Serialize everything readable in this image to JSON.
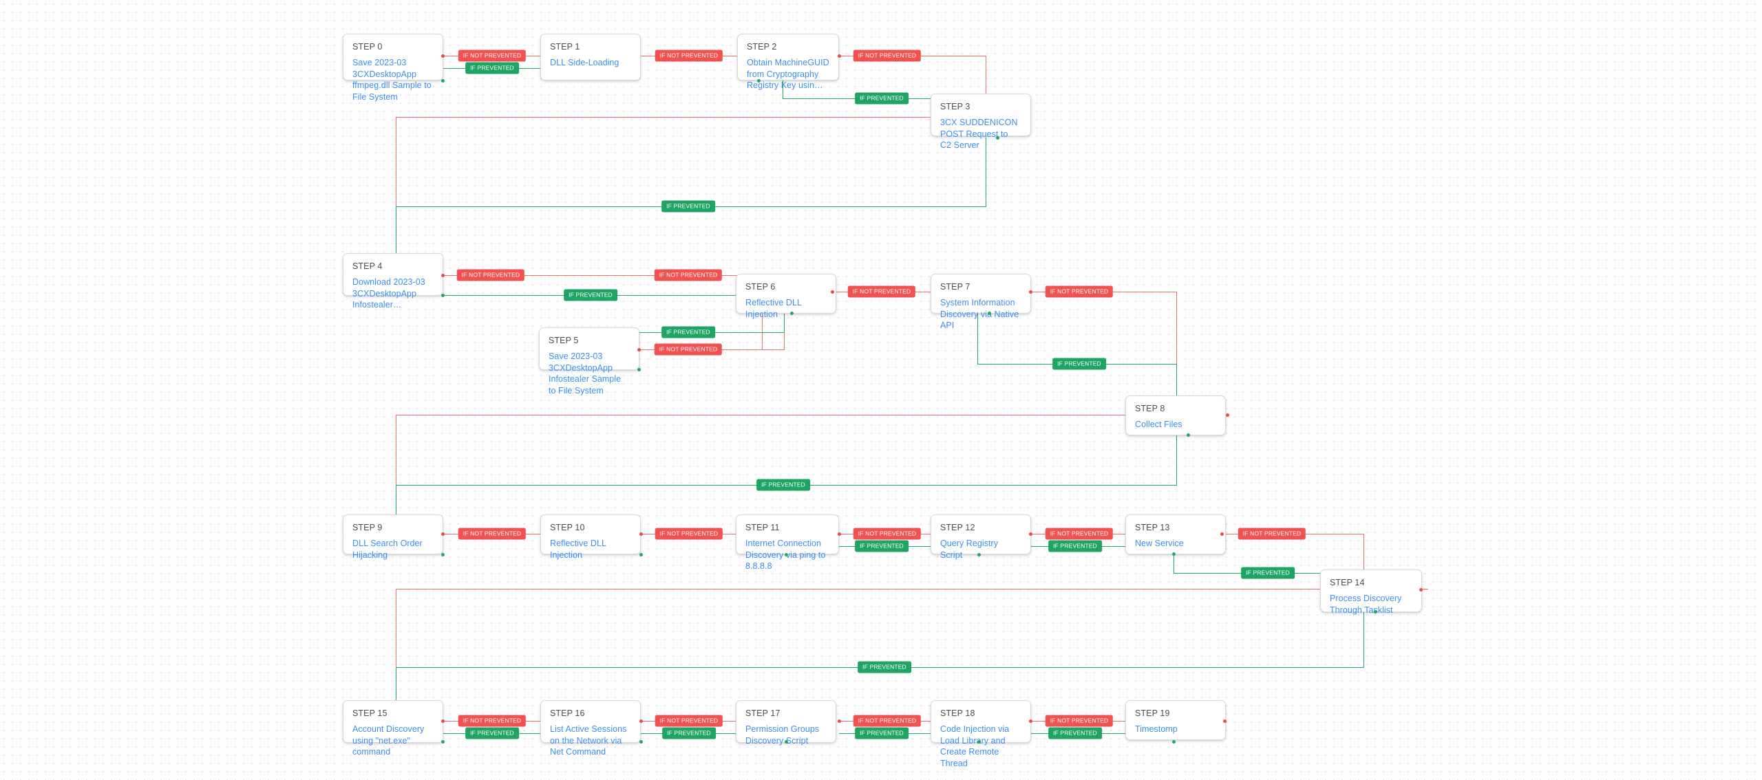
{
  "diagram": {
    "type": "attack-flow-chart",
    "orientation": "left-to-right, serpentine rows",
    "colors": {
      "node_border": "#d8d8dd",
      "node_bg": "#ffffff",
      "step_text": "#4a4a52",
      "title_text": "#3b8ef0",
      "not_prevented": "#f05252",
      "prevented": "#1fa463",
      "canvas_bg": "#fefeff",
      "grid_dot": "#e6e6ec"
    },
    "edge_labels": {
      "not_prevented": "IF NOT PREVENTED",
      "prevented": "IF PREVENTED"
    }
  },
  "nodes": [
    {
      "id": 0,
      "step": "STEP 0",
      "title": "Save 2023-03 3CXDesktopApp ffmpeg.dll Sample to File System"
    },
    {
      "id": 1,
      "step": "STEP 1",
      "title": "DLL Side-Loading"
    },
    {
      "id": 2,
      "step": "STEP 2",
      "title": "Obtain MachineGUID from Cryptography Registry Key usin…"
    },
    {
      "id": 3,
      "step": "STEP 3",
      "title": "3CX SUDDENICON POST Request to C2 Server"
    },
    {
      "id": 4,
      "step": "STEP 4",
      "title": "Download 2023-03 3CXDesktopApp Infostealer…"
    },
    {
      "id": 5,
      "step": "STEP 5",
      "title": "Save 2023-03 3CXDesktopApp Infostealer Sample to File System"
    },
    {
      "id": 6,
      "step": "STEP 6",
      "title": "Reflective DLL Injection"
    },
    {
      "id": 7,
      "step": "STEP 7",
      "title": "System Information Discovery via Native API"
    },
    {
      "id": 8,
      "step": "STEP 8",
      "title": "Collect Files"
    },
    {
      "id": 9,
      "step": "STEP 9",
      "title": "DLL Search Order Hijacking"
    },
    {
      "id": 10,
      "step": "STEP 10",
      "title": "Reflective DLL Injection"
    },
    {
      "id": 11,
      "step": "STEP 11",
      "title": "Internet Connection Discovery via ping to 8.8.8.8"
    },
    {
      "id": 12,
      "step": "STEP 12",
      "title": "Query Registry Script"
    },
    {
      "id": 13,
      "step": "STEP 13",
      "title": "New Service"
    },
    {
      "id": 14,
      "step": "STEP 14",
      "title": "Process Discovery Through Tasklist"
    },
    {
      "id": 15,
      "step": "STEP 15",
      "title": "Account Discovery using \"net.exe\" command"
    },
    {
      "id": 16,
      "step": "STEP 16",
      "title": "List Active Sessions on the Network via Net Command"
    },
    {
      "id": 17,
      "step": "STEP 17",
      "title": "Permission Groups Discovery Script"
    },
    {
      "id": 18,
      "step": "STEP 18",
      "title": "Code Injection via Load Library and Create Remote Thread"
    },
    {
      "id": 19,
      "step": "STEP 19",
      "title": "Timestomp"
    }
  ],
  "labels": [
    {
      "id": "l0r",
      "kind": "not_prevented",
      "text": "IF NOT PREVENTED",
      "from": "STEP 0",
      "to": "STEP 1"
    },
    {
      "id": "l0g",
      "kind": "prevented",
      "text": "IF PREVENTED",
      "from": "STEP 0",
      "to": "STEP 1"
    },
    {
      "id": "l1r",
      "kind": "not_prevented",
      "text": "IF NOT PREVENTED",
      "from": "STEP 1",
      "to": "STEP 2"
    },
    {
      "id": "l2r",
      "kind": "not_prevented",
      "text": "IF NOT PREVENTED",
      "from": "STEP 2",
      "to": "STEP 3"
    },
    {
      "id": "l2g",
      "kind": "prevented",
      "text": "IF PREVENTED",
      "from": "STEP 2",
      "to": "STEP 3"
    },
    {
      "id": "l3g",
      "kind": "prevented",
      "text": "IF PREVENTED",
      "from": "STEP 3",
      "to": "STEP 4"
    },
    {
      "id": "l4r",
      "kind": "not_prevented",
      "text": "IF NOT PREVENTED",
      "from": "STEP 4",
      "to": "STEP 5"
    },
    {
      "id": "l4g",
      "kind": "prevented",
      "text": "IF PREVENTED",
      "from": "STEP 4",
      "to": "STEP 6"
    },
    {
      "id": "l5g",
      "kind": "prevented",
      "text": "IF PREVENTED",
      "from": "STEP 5",
      "to": "STEP 6"
    },
    {
      "id": "l5r",
      "kind": "not_prevented",
      "text": "IF NOT PREVENTED",
      "from": "STEP 5",
      "to": "STEP 6"
    },
    {
      "id": "l6r",
      "kind": "not_prevented",
      "text": "IF NOT PREVENTED",
      "from": "STEP 6",
      "to": "STEP 7"
    },
    {
      "id": "l6u",
      "kind": "not_prevented",
      "text": "IF NOT PREVENTED",
      "from": "STEP 4",
      "to": "STEP 6"
    },
    {
      "id": "l7r",
      "kind": "not_prevented",
      "text": "IF NOT PREVENTED",
      "from": "STEP 7",
      "to": "STEP 8"
    },
    {
      "id": "l7g",
      "kind": "prevented",
      "text": "IF PREVENTED",
      "from": "STEP 7",
      "to": "STEP 8"
    },
    {
      "id": "l8g",
      "kind": "prevented",
      "text": "IF PREVENTED",
      "from": "STEP 8",
      "to": "STEP 9"
    },
    {
      "id": "l9r",
      "kind": "not_prevented",
      "text": "IF NOT PREVENTED",
      "from": "STEP 9",
      "to": "STEP 10"
    },
    {
      "id": "l10r",
      "kind": "not_prevented",
      "text": "IF NOT PREVENTED",
      "from": "STEP 10",
      "to": "STEP 11"
    },
    {
      "id": "l11r",
      "kind": "not_prevented",
      "text": "IF NOT PREVENTED",
      "from": "STEP 11",
      "to": "STEP 12"
    },
    {
      "id": "l11g",
      "kind": "prevented",
      "text": "IF PREVENTED",
      "from": "STEP 11",
      "to": "STEP 12"
    },
    {
      "id": "l12r",
      "kind": "not_prevented",
      "text": "IF NOT PREVENTED",
      "from": "STEP 12",
      "to": "STEP 13"
    },
    {
      "id": "l12g",
      "kind": "prevented",
      "text": "IF PREVENTED",
      "from": "STEP 12",
      "to": "STEP 13"
    },
    {
      "id": "l13r",
      "kind": "not_prevented",
      "text": "IF NOT PREVENTED",
      "from": "STEP 13",
      "to": "STEP 14"
    },
    {
      "id": "l13g",
      "kind": "prevented",
      "text": "IF PREVENTED",
      "from": "STEP 13",
      "to": "STEP 14"
    },
    {
      "id": "l14g",
      "kind": "prevented",
      "text": "IF PREVENTED",
      "from": "STEP 14",
      "to": "STEP 15"
    },
    {
      "id": "l15r",
      "kind": "not_prevented",
      "text": "IF NOT PREVENTED",
      "from": "STEP 15",
      "to": "STEP 16"
    },
    {
      "id": "l15g",
      "kind": "prevented",
      "text": "IF PREVENTED",
      "from": "STEP 15",
      "to": "STEP 16"
    },
    {
      "id": "l16r",
      "kind": "not_prevented",
      "text": "IF NOT PREVENTED",
      "from": "STEP 16",
      "to": "STEP 17"
    },
    {
      "id": "l16g",
      "kind": "prevented",
      "text": "IF PREVENTED",
      "from": "STEP 16",
      "to": "STEP 17"
    },
    {
      "id": "l17r",
      "kind": "not_prevented",
      "text": "IF NOT PREVENTED",
      "from": "STEP 17",
      "to": "STEP 18"
    },
    {
      "id": "l17g",
      "kind": "prevented",
      "text": "IF PREVENTED",
      "from": "STEP 17",
      "to": "STEP 18"
    },
    {
      "id": "l18r",
      "kind": "not_prevented",
      "text": "IF NOT PREVENTED",
      "from": "STEP 18",
      "to": "STEP 19"
    },
    {
      "id": "l18g",
      "kind": "prevented",
      "text": "IF PREVENTED",
      "from": "STEP 18",
      "to": "STEP 19"
    }
  ]
}
